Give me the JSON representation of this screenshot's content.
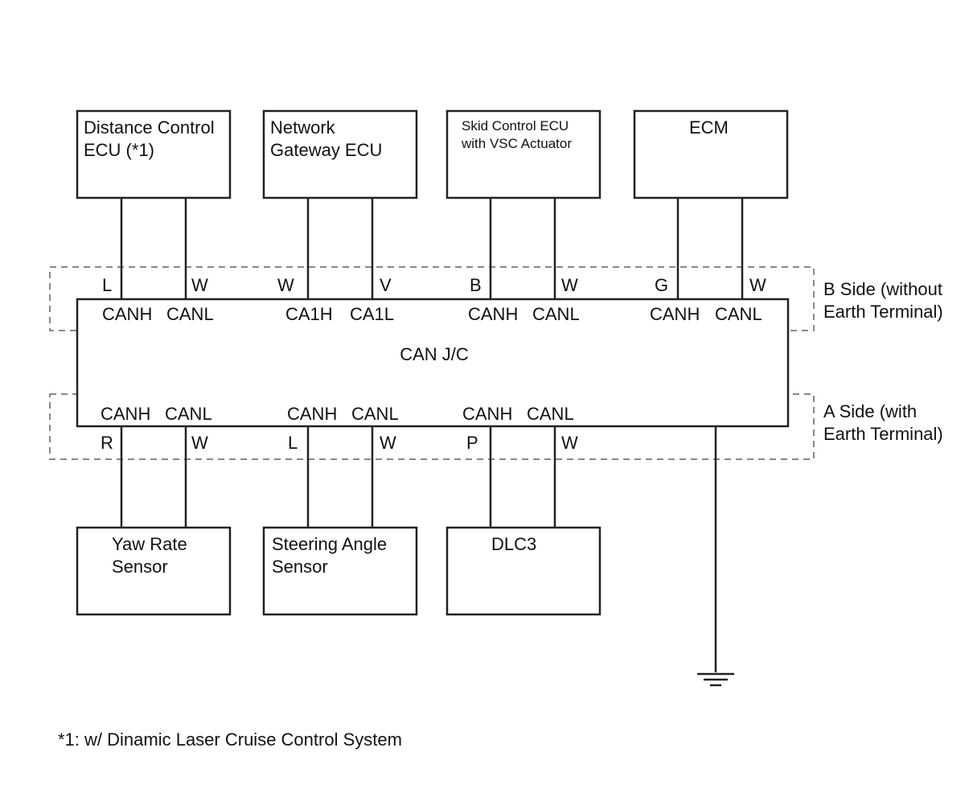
{
  "ecus_top": [
    {
      "lines": [
        "Distance Control",
        "ECU (*1)"
      ]
    },
    {
      "lines": [
        "Network",
        "Gateway ECU"
      ]
    },
    {
      "lines": [
        "Skid Control ECU",
        "with VSC Actuator"
      ]
    },
    {
      "lines": [
        "ECM"
      ]
    }
  ],
  "b_side": {
    "wire_colors": [
      "L",
      "W",
      "W",
      "V",
      "B",
      "W",
      "G",
      "W"
    ],
    "pins": [
      "CANH",
      "CANL",
      "CA1H",
      "CA1L",
      "CANH",
      "CANL",
      "CANH",
      "CANL"
    ],
    "label_lines": [
      "B Side (without",
      "Earth Terminal)"
    ]
  },
  "junction": {
    "label": "CAN J/C"
  },
  "a_side": {
    "pins": [
      "CANH",
      "CANL",
      "CANH",
      "CANL",
      "CANH",
      "CANL"
    ],
    "wire_colors": [
      "R",
      "W",
      "L",
      "W",
      "P",
      "W"
    ],
    "label_lines": [
      "A Side (with",
      "Earth Terminal)"
    ]
  },
  "sensors_bottom": [
    {
      "lines": [
        "Yaw Rate",
        "Sensor"
      ]
    },
    {
      "lines": [
        "Steering Angle",
        "Sensor"
      ]
    },
    {
      "lines": [
        "DLC3"
      ]
    }
  ],
  "footnote": "*1: w/ Dinamic Laser Cruise Control System"
}
